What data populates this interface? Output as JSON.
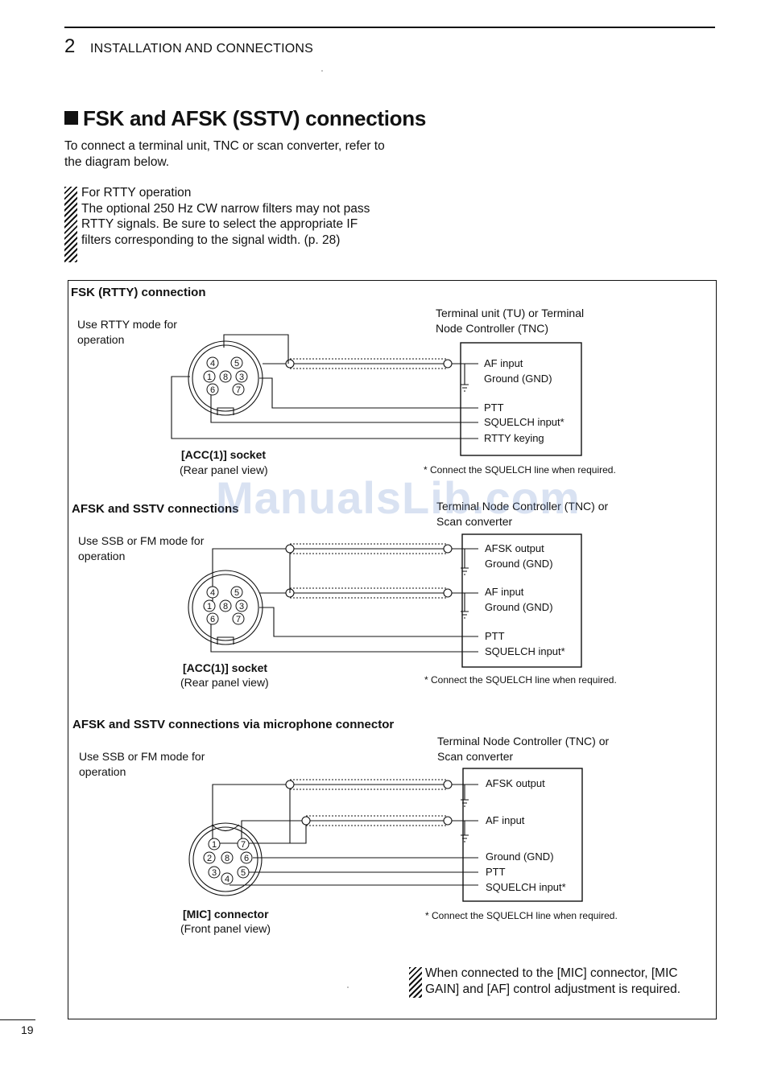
{
  "header": {
    "chapter_number": "2",
    "chapter_title": "INSTALLATION AND CONNECTIONS"
  },
  "section": {
    "title": "FSK and AFSK (SSTV) connections",
    "intro": "To connect a terminal unit, TNC or scan converter, refer to the diagram below."
  },
  "note_rtty": {
    "heading": "For RTTY operation",
    "body": "The optional 250 Hz CW narrow filters may not pass RTTY signals. Be sure to select the appropriate IF filters corresponding to the signal width. (p. 28)"
  },
  "fsk": {
    "title": "FSK (RTTY) connection",
    "mode_note": "Use RTTY mode for operation",
    "device": "Terminal unit (TU) or Terminal Node Controller (TNC)",
    "pins": [
      "AF input",
      "Ground (GND)",
      "PTT",
      "SQUELCH input*",
      "RTTY keying"
    ],
    "socket_label": "[ACC(1)] socket",
    "socket_view": "(Rear panel view)",
    "footnote": "* Connect the SQUELCH line when required.",
    "connector_pins": [
      "4",
      "5",
      "1",
      "3",
      "8",
      "6",
      "7"
    ]
  },
  "afsk": {
    "title": "AFSK and SSTV connections",
    "mode_note": "Use SSB or FM mode for operation",
    "device": "Terminal Node Controller (TNC) or Scan converter",
    "pins": [
      "AFSK output",
      "Ground (GND)",
      "AF input",
      "Ground (GND)",
      "PTT",
      "SQUELCH input*"
    ],
    "socket_label": "[ACC(1)] socket",
    "socket_view": "(Rear panel view)",
    "footnote": "* Connect the SQUELCH line when required.",
    "connector_pins": [
      "4",
      "5",
      "1",
      "3",
      "8",
      "6",
      "7"
    ]
  },
  "mic": {
    "title": "AFSK and SSTV connections via microphone connector",
    "mode_note": "Use SSB or FM mode for operation",
    "device": "Terminal Node Controller (TNC) or Scan converter",
    "pins": [
      "AFSK output",
      "AF input",
      "Ground (GND)",
      "PTT",
      "SQUELCH input*"
    ],
    "connector_label": "[MIC] connector",
    "connector_view": "(Front panel view)",
    "footnote": "* Connect the SQUELCH line when required.",
    "connector_pins": [
      "1",
      "7",
      "2",
      "8",
      "6",
      "3",
      "4",
      "5"
    ]
  },
  "note_mic": "When connected to the [MIC] connector, [MIC GAIN] and [AF] control adjustment is required.",
  "watermark": "ManualsLib.com",
  "page_number": "19"
}
